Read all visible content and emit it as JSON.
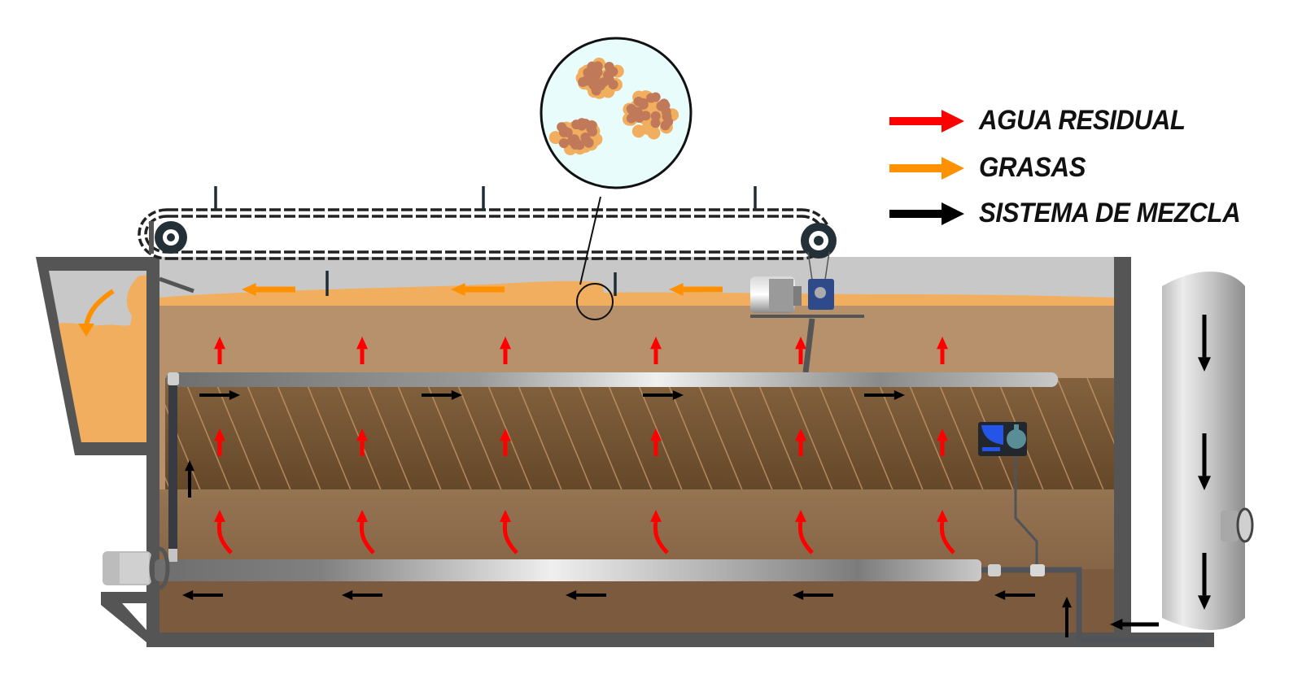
{
  "diagram": {
    "legend": [
      {
        "label": "AGUA RESIDUAL",
        "color": "#ff0000",
        "icon": "arrow-right-icon"
      },
      {
        "label": "GRASAS",
        "color": "#ff9100",
        "icon": "arrow-right-icon"
      },
      {
        "label": "SISTEMA DE MEZCLA",
        "color": "#000000",
        "icon": "arrow-right-icon"
      }
    ],
    "colors": {
      "frame": "#555555",
      "air": "#c8c8c8",
      "scum": "#f0ae5e",
      "water_top": "#b6916b",
      "water_mid": "#7b5c3c",
      "water_low": "#8c6a4a",
      "water_bottom": "#7b5a3e",
      "magnifier_bg": "#e8fcfc",
      "floc_outer": "#f0ae5e",
      "floc_inner": "#c07a5a",
      "conveyor": "#222222",
      "sprocket": "#233038",
      "gearbox": "#2e4a8a",
      "panel": "#22272e",
      "panel_blue": "#2455e8",
      "panel_gauge": "#5a8e96"
    }
  }
}
